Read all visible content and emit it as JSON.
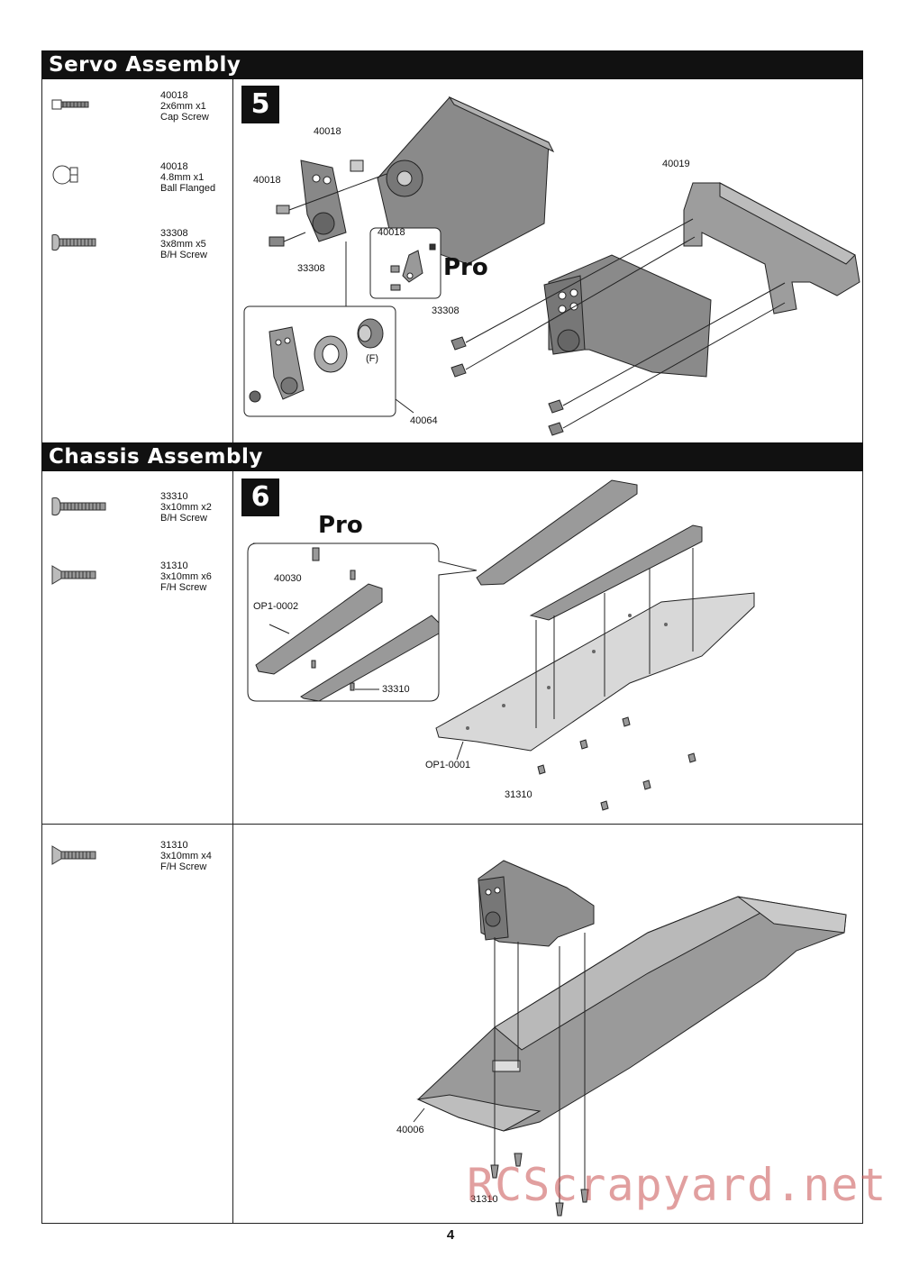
{
  "sections": [
    {
      "title": "Servo Assembly"
    },
    {
      "title": "Chassis Assembly"
    }
  ],
  "steps": [
    {
      "number": "5",
      "parts": [
        {
          "code": "40018",
          "size": "2x6mm x1",
          "desc": "Cap Screw",
          "icon": "cap-screw-icon"
        },
        {
          "code": "40018",
          "size": "4.8mm x1",
          "desc": "Ball Flanged",
          "icon": "ball-flanged-icon"
        },
        {
          "code": "33308",
          "size": "3x8mm x5",
          "desc": "B/H Screw",
          "icon": "bh-screw-icon"
        }
      ],
      "labels": {
        "a": "40018",
        "b": "40018",
        "c": "33308",
        "d": "40018",
        "e": "33308",
        "f": "40019",
        "g": "(F)",
        "h": "40064"
      },
      "pro": "Pro"
    },
    {
      "number": "6",
      "parts": [
        {
          "code": "33310",
          "size": "3x10mm x2",
          "desc": "B/H Screw",
          "icon": "bh-screw-icon"
        },
        {
          "code": "31310",
          "size": "3x10mm x6",
          "desc": "F/H Screw",
          "icon": "fh-screw-icon"
        }
      ],
      "labels": {
        "a": "40030",
        "b": "OP1-0002",
        "c": "33310",
        "d": "OP1-0001",
        "e": "31310"
      },
      "pro": "Pro"
    },
    {
      "number": "",
      "parts": [
        {
          "code": "31310",
          "size": "3x10mm x4",
          "desc": "F/H Screw",
          "icon": "fh-screw-icon"
        }
      ],
      "labels": {
        "a": "40006",
        "b": "31310"
      }
    }
  ],
  "page_number": "4",
  "watermark": "RCScrapyard.net"
}
